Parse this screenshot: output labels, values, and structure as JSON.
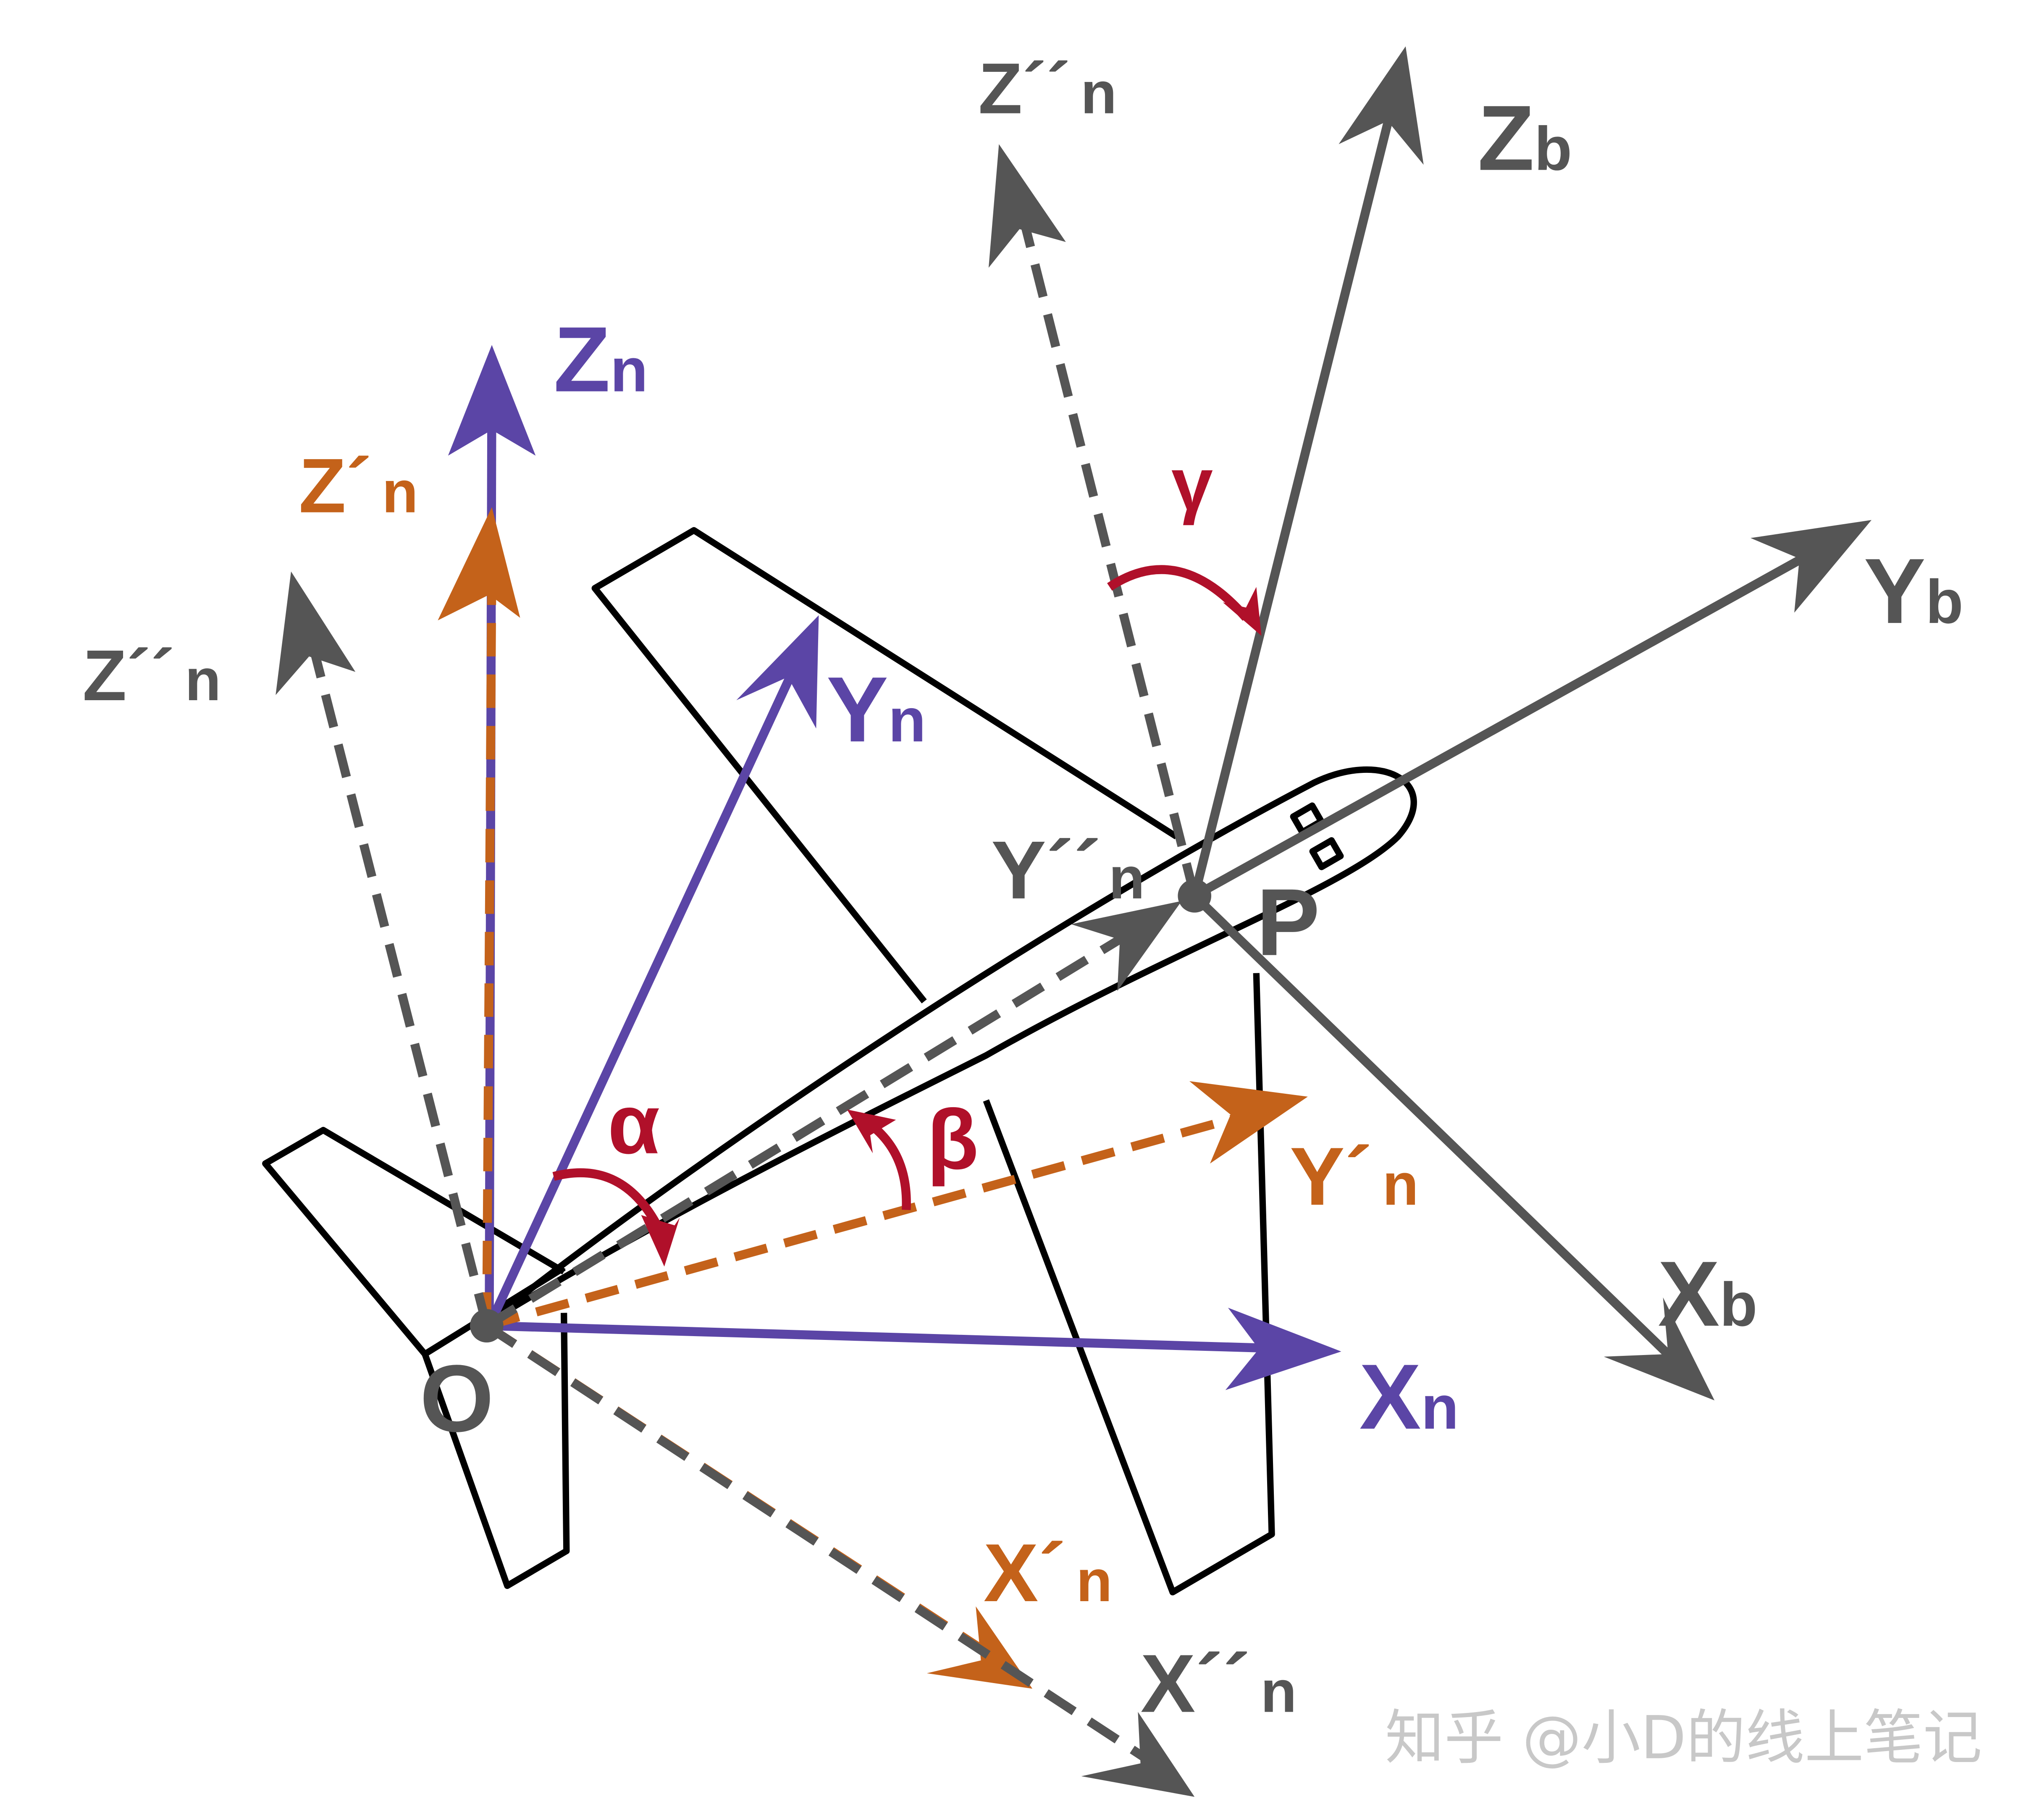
{
  "colors": {
    "purple": "#5b45a6",
    "orange": "#c4621a",
    "gray": "#555555",
    "red": "#b0102a",
    "black": "#000000",
    "watermark": "#c8c8c8"
  },
  "labels": {
    "zn_main": "Z",
    "zn_sub": "n",
    "zpn_main": "Z´",
    "zpn_sub": "n",
    "zppn_left_main": "Z´´",
    "zppn_left_sub": "n",
    "zppn_top_main": "Z´´",
    "zppn_top_sub": "n",
    "zb_main": "Z",
    "zb_sub": "b",
    "yn_main": "Y",
    "yn_sub": "n",
    "ypn_main": "Y´",
    "ypn_sub": "n",
    "yppn_main": "Y´´",
    "yppn_sub": "n",
    "yb_main": "Y",
    "yb_sub": "b",
    "xn_main": "X",
    "xn_sub": "n",
    "xpn_main": "X´",
    "xpn_sub": "n",
    "xppn_main": "X´´",
    "xppn_sub": "n",
    "xb_main": "X",
    "xb_sub": "b",
    "origin": "O",
    "point_p": "P",
    "alpha": "α",
    "beta": "β",
    "gamma": "γ"
  },
  "watermark": "知乎 @小D的线上笔记"
}
